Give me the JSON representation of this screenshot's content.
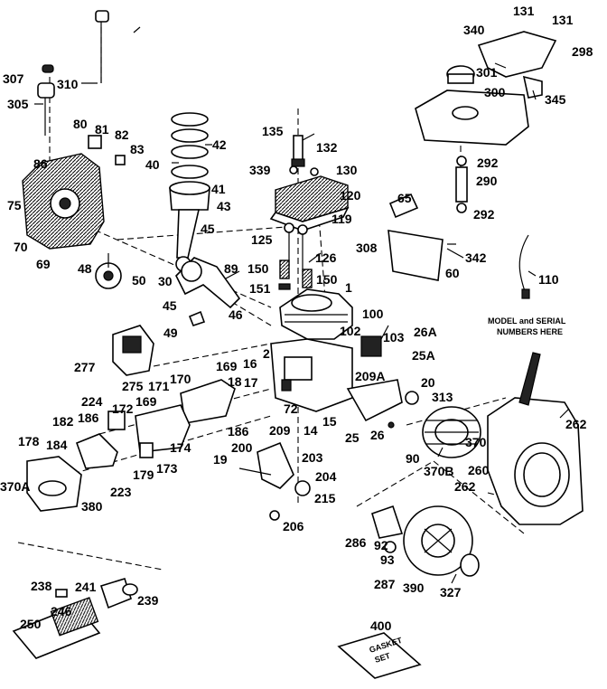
{
  "diagram": {
    "labels": {
      "l131a": "131",
      "l131b": "131",
      "l340": "340",
      "l298": "298",
      "l301": "301",
      "l300": "300",
      "l345": "345",
      "l292a": "292",
      "l290": "290",
      "l292b": "292",
      "l307": "307",
      "l310": "310",
      "l305": "305",
      "l80": "80",
      "l81": "81",
      "l82": "82",
      "l83": "83",
      "l86": "86",
      "l75": "75",
      "l70": "70",
      "l69": "69",
      "l40": "40",
      "l42": "42",
      "l41": "41",
      "l43": "43",
      "l45a": "45",
      "l135": "135",
      "l132": "132",
      "l339": "339",
      "l130": "130",
      "l120": "120",
      "l119": "119",
      "l65": "65",
      "l308": "308",
      "l342": "342",
      "l60": "60",
      "l110": "110",
      "l125": "125",
      "l126": "126",
      "l150a": "150",
      "l150b": "150",
      "l151": "151",
      "l1": "1",
      "l48": "48",
      "l50": "50",
      "l30": "30",
      "l89": "89",
      "l45b": "45",
      "l46": "46",
      "l49": "49",
      "l100": "100",
      "l102": "102",
      "l103": "103",
      "l26a": "26A",
      "l25a": "25A",
      "l277": "277",
      "l275": "275",
      "l169a": "169",
      "l171": "171",
      "l170": "170",
      "l16": "16",
      "l2": "2",
      "l18": "18",
      "l17": "17",
      "l72": "72",
      "l209a": "209A",
      "l20": "20",
      "l313": "313",
      "l224": "224",
      "l172": "172",
      "l169b": "169",
      "l186a": "186",
      "l182": "182",
      "l186b": "186",
      "l209": "209",
      "l14": "14",
      "l15": "15",
      "l25": "25",
      "l26": "26",
      "l90": "90",
      "l370": "370",
      "l262a": "262",
      "l178": "178",
      "l184": "184",
      "l174": "174",
      "l179": "179",
      "l173": "173",
      "l200": "200",
      "l203": "203",
      "l19": "19",
      "l370a": "370A",
      "l223": "223",
      "l380": "380",
      "l204": "204",
      "l215": "215",
      "l370b": "370B",
      "l260": "260",
      "l262b": "262",
      "l206": "206",
      "l286": "286",
      "l92": "92",
      "l93": "93",
      "l287": "287",
      "l390": "390",
      "l327": "327",
      "l238": "238",
      "l241": "241",
      "l239": "239",
      "l246": "246",
      "l250": "250",
      "l400": "400"
    },
    "model_note_line1": "MODEL and SERIAL",
    "model_note_line2": "NUMBERS HERE",
    "book_line1": "GASKET",
    "book_line2": "SET"
  }
}
